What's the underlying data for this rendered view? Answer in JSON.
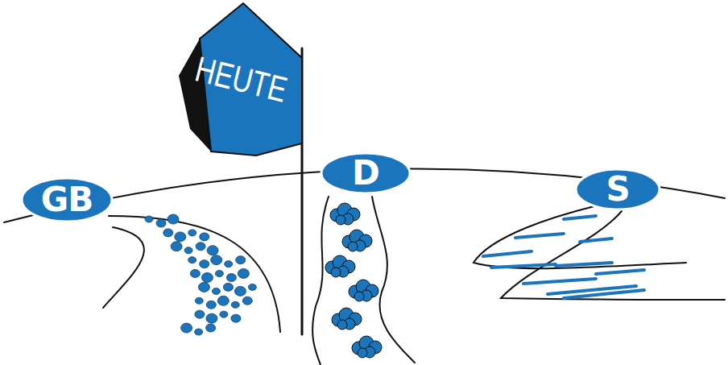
{
  "diagram": {
    "nodes": [
      {
        "text": [
          "HEUTE"
        ]
      },
      {
        "text": [
          "GB"
        ]
      },
      {
        "text": [
          "D"
        ]
      },
      {
        "text": [
          "S"
        ]
      }
    ]
  }
}
